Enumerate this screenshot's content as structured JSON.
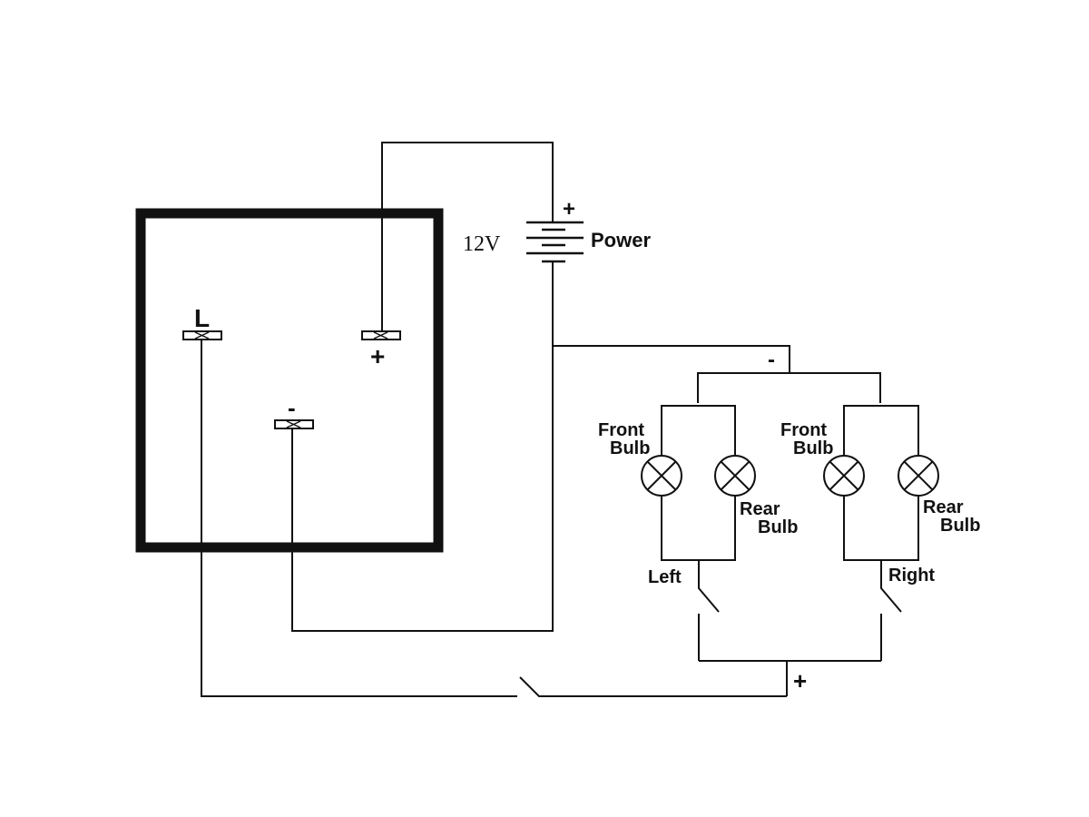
{
  "diagram": {
    "title": "Flasher relay wiring diagram",
    "relay": {
      "terminals": {
        "load": "L",
        "positive": "+",
        "negative": "-"
      }
    },
    "power": {
      "voltage": "12V",
      "label": "Power",
      "positive": "+",
      "negative": "-"
    },
    "lamps": {
      "left_front": "Front\nBulb",
      "left_front_l1": "Front",
      "left_front_l2": "Bulb",
      "left_rear_l1": "Rear",
      "left_rear_l2": "Bulb",
      "right_front_l1": "Front",
      "right_front_l2": "Bulb",
      "right_rear_l1": "Rear",
      "right_rear_l2": "Bulb"
    },
    "switches": {
      "left": "Left",
      "right": "Right",
      "common_positive": "+"
    },
    "colors": {
      "ink": "#111111",
      "background": "#ffffff"
    }
  }
}
